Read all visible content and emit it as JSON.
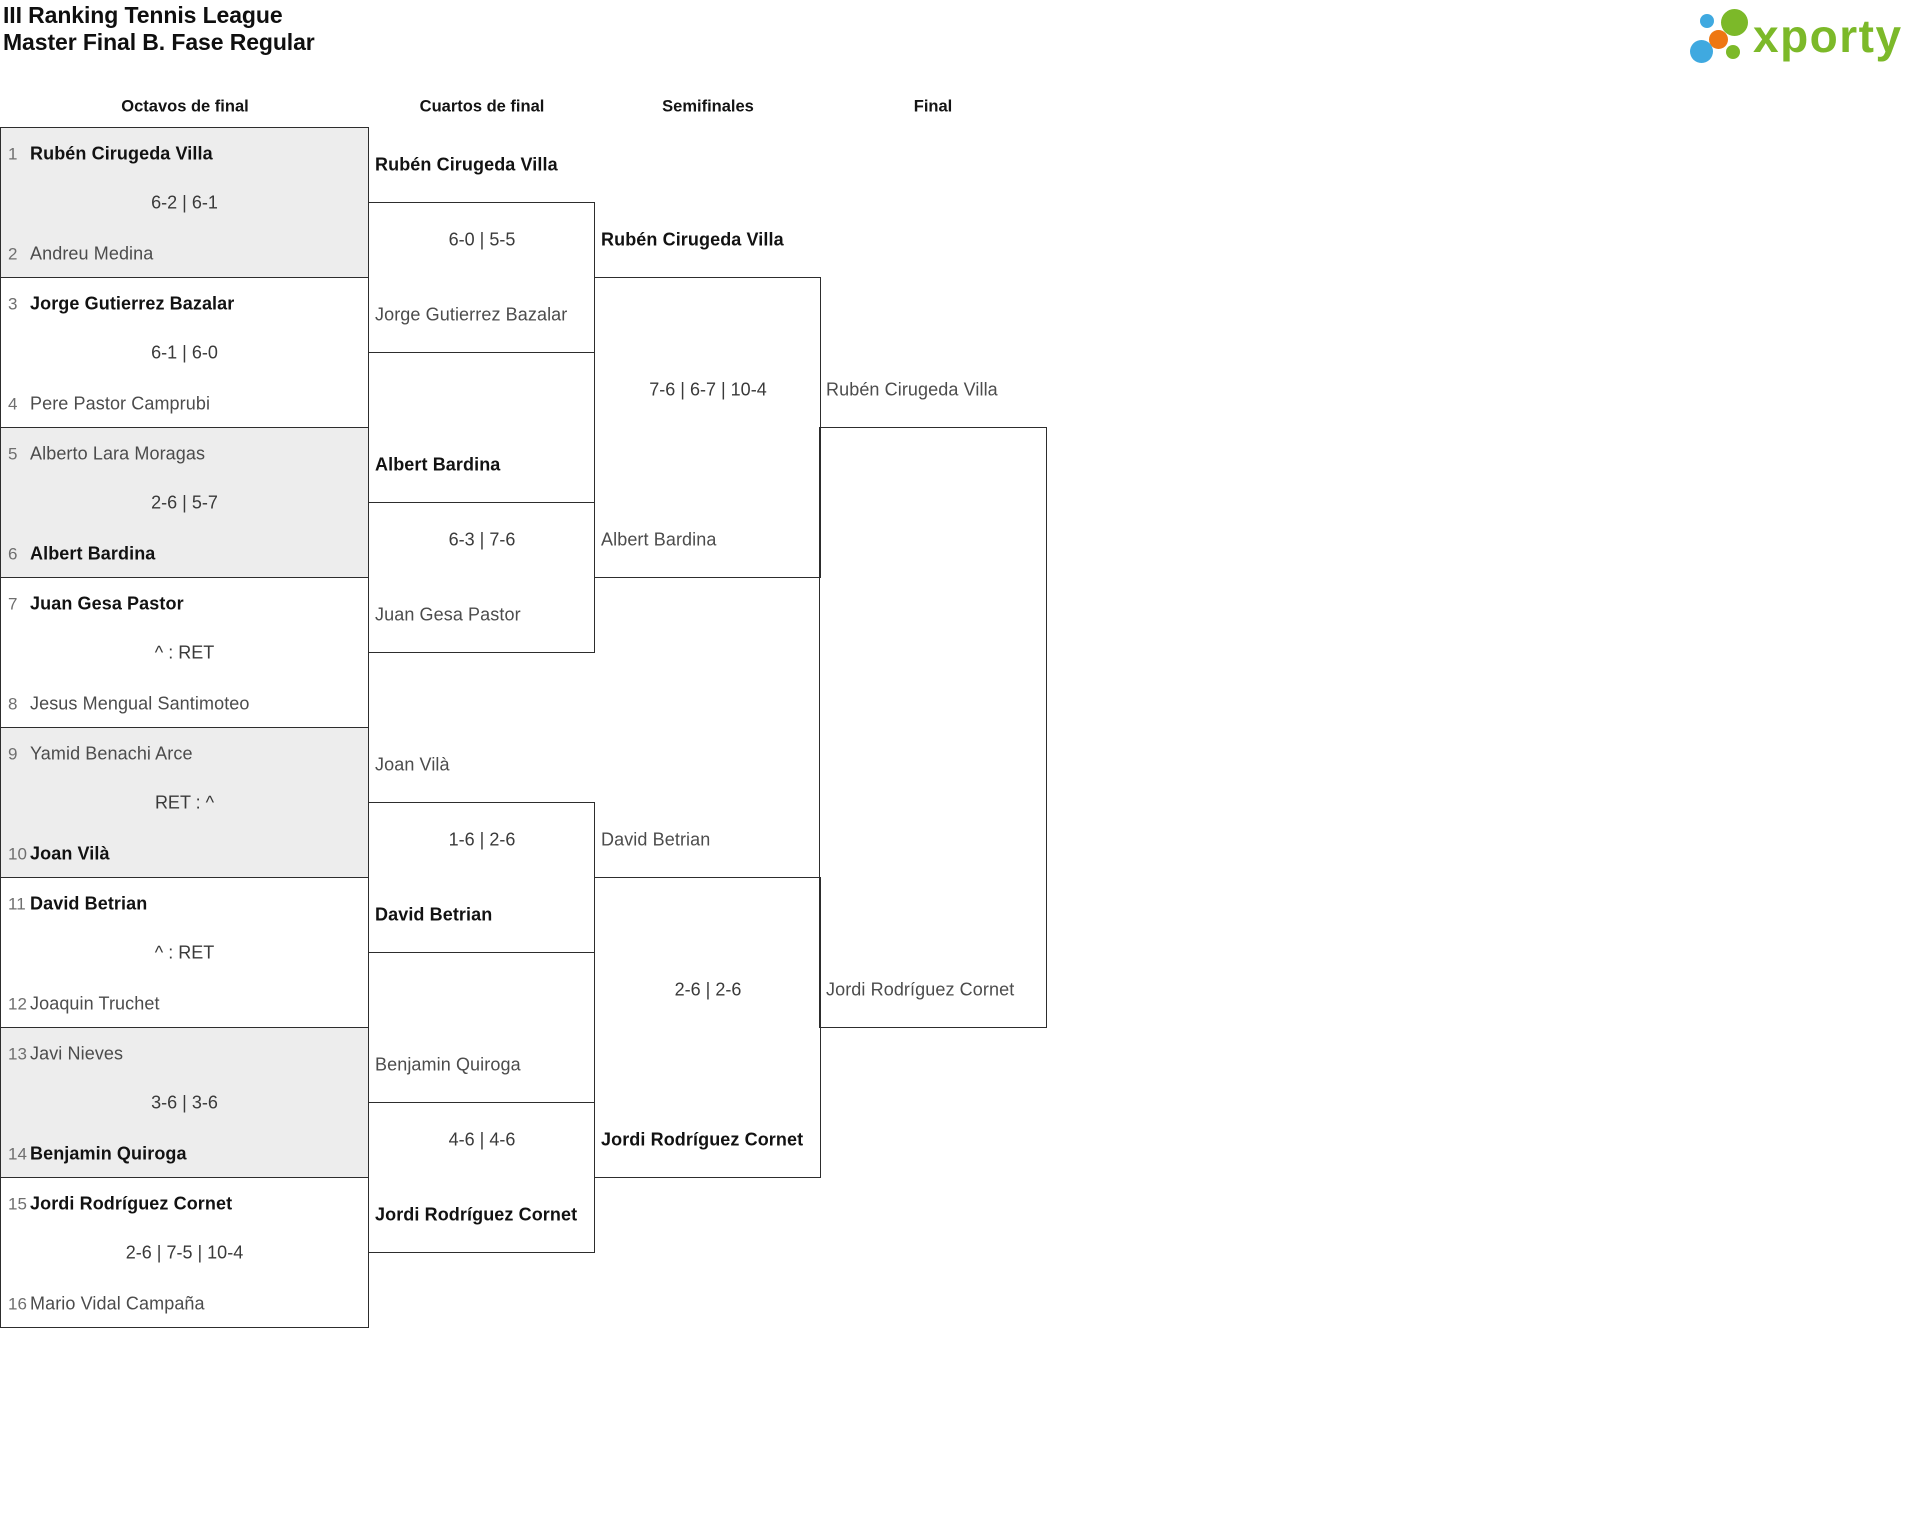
{
  "title": {
    "line1": "III Ranking Tennis League",
    "line2": "Master Final B. Fase Regular"
  },
  "logo": {
    "brand": "xporty"
  },
  "brand_colors": {
    "green": "#7CB929",
    "blue": "#3FA9E0",
    "orange": "#EE7712"
  },
  "headers": {
    "octavos": "Octavos de final",
    "cuartos": "Cuartos de final",
    "semifinales": "Semifinales",
    "final": "Final"
  },
  "octavos": [
    {
      "seed1": "1",
      "player1": "Rubén Cirugeda Villa",
      "score": "6-2 | 6-1",
      "seed2": "2",
      "player2": "Andreu Medina",
      "winner": "p1"
    },
    {
      "seed1": "3",
      "player1": "Jorge Gutierrez Bazalar",
      "score": "6-1 | 6-0",
      "seed2": "4",
      "player2": "Pere Pastor Camprubi",
      "winner": "p1"
    },
    {
      "seed1": "5",
      "player1": "Alberto Lara Moragas",
      "score": "2-6 | 5-7",
      "seed2": "6",
      "player2": "Albert Bardina",
      "winner": "p2"
    },
    {
      "seed1": "7",
      "player1": "Juan Gesa Pastor",
      "score": "^ : RET",
      "seed2": "8",
      "player2": "Jesus Mengual Santimoteo",
      "winner": "p1"
    },
    {
      "seed1": "9",
      "player1": "Yamid Benachi Arce",
      "score": "RET : ^",
      "seed2": "10",
      "player2": "Joan Vilà",
      "winner": "p2"
    },
    {
      "seed1": "11",
      "player1": "David Betrian",
      "score": "^ : RET",
      "seed2": "12",
      "player2": "Joaquin Truchet",
      "winner": "p1"
    },
    {
      "seed1": "13",
      "player1": "Javi Nieves",
      "score": "3-6 | 3-6",
      "seed2": "14",
      "player2": "Benjamin Quiroga",
      "winner": "p2"
    },
    {
      "seed1": "15",
      "player1": "Jordi Rodríguez Cornet",
      "score": "2-6 | 7-5 | 10-4",
      "seed2": "16",
      "player2": "Mario Vidal Campaña",
      "winner": "p1"
    }
  ],
  "cuartos": [
    {
      "player1": "Rubén Cirugeda Villa",
      "score": "6-0 | 5-5",
      "player2": "Jorge Gutierrez Bazalar",
      "winner": "p1"
    },
    {
      "player1": "Albert Bardina",
      "score": "6-3 | 7-6",
      "player2": "Juan Gesa Pastor",
      "winner": "p1"
    },
    {
      "player1": "Joan Vilà",
      "score": "1-6 | 2-6",
      "player2": "David Betrian",
      "winner": "p2"
    },
    {
      "player1": "Benjamin Quiroga",
      "score": "4-6 | 4-6",
      "player2": "Jordi Rodríguez Cornet",
      "winner": "p2"
    }
  ],
  "semifinales": [
    {
      "player1": "Rubén Cirugeda Villa",
      "score": "7-6 | 6-7 | 10-4",
      "player2": "Albert Bardina",
      "winner": "p1"
    },
    {
      "player1": "David Betrian",
      "score": "2-6 | 2-6",
      "player2": "Jordi Rodríguez Cornet",
      "winner": "p2"
    }
  ],
  "final": {
    "player1": "Rubén Cirugeda Villa",
    "player2": "Jordi Rodríguez Cornet"
  }
}
